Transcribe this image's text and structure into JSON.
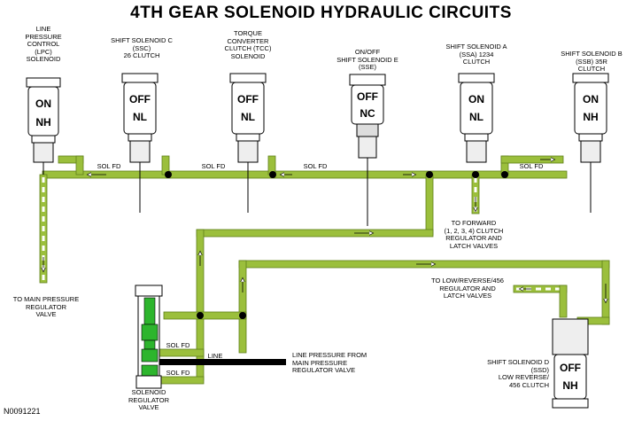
{
  "title": "4TH GEAR SOLENOID HYDRAULIC CIRCUITS",
  "figure_id": "N0091221",
  "colors": {
    "fluid": "#9bbf3c",
    "fluid_dark": "#5f7f1a",
    "valve_green": "#2db52d",
    "line": "#000000"
  },
  "solenoids": [
    {
      "label": "LINE\nPRESSURE\nCONTROL\n(LPC)\nSOLENOID",
      "state_top": "ON",
      "state_bottom": "NH"
    },
    {
      "label": "SHIFT SOLENOID C\n(SSC)\n26 CLUTCH",
      "state_top": "OFF",
      "state_bottom": "NL"
    },
    {
      "label": "TORQUE\nCONVERTER\nCLUTCH (TCC)\nSOLENOID",
      "state_top": "OFF",
      "state_bottom": "NL"
    },
    {
      "label": "ON/OFF\nSHIFT SOLENOID E\n(SSE)",
      "state_top": "OFF",
      "state_bottom": "NC"
    },
    {
      "label": "SHIFT SOLENOID A\n(SSA) 1234\nCLUTCH",
      "state_top": "ON",
      "state_bottom": "NL"
    },
    {
      "label": "SHIFT SOLENOID B\n(SSB) 35R\nCLUTCH",
      "state_top": "ON",
      "state_bottom": "NH"
    },
    {
      "label": "SHIFT SOLENOID D\n(SSD)\nLOW REVERSE/\n456 CLUTCH",
      "state_top": "OFF",
      "state_bottom": "NH"
    }
  ],
  "sol_fd_labels": [
    "SOL FD",
    "SOL FD",
    "SOL FD",
    "SOL FD",
    "SOL FD",
    "SOL FD"
  ],
  "line_label": "LINE",
  "callouts": {
    "main_pressure": "TO MAIN PRESSURE\nREGULATOR\nVALVE",
    "forward_clutch": "TO FORWARD\n(1, 2, 3, 4) CLUTCH\nREGULATOR AND\nLATCH VALVES",
    "low_reverse": "TO LOW/REVERSE/456\nREGULATOR AND\nLATCH VALVES",
    "line_pressure_from": "LINE PRESSURE FROM\nMAIN PRESSURE\nREGULATOR VALVE",
    "solenoid_regulator": "SOLENOID\nREGULATOR\nVALVE"
  }
}
